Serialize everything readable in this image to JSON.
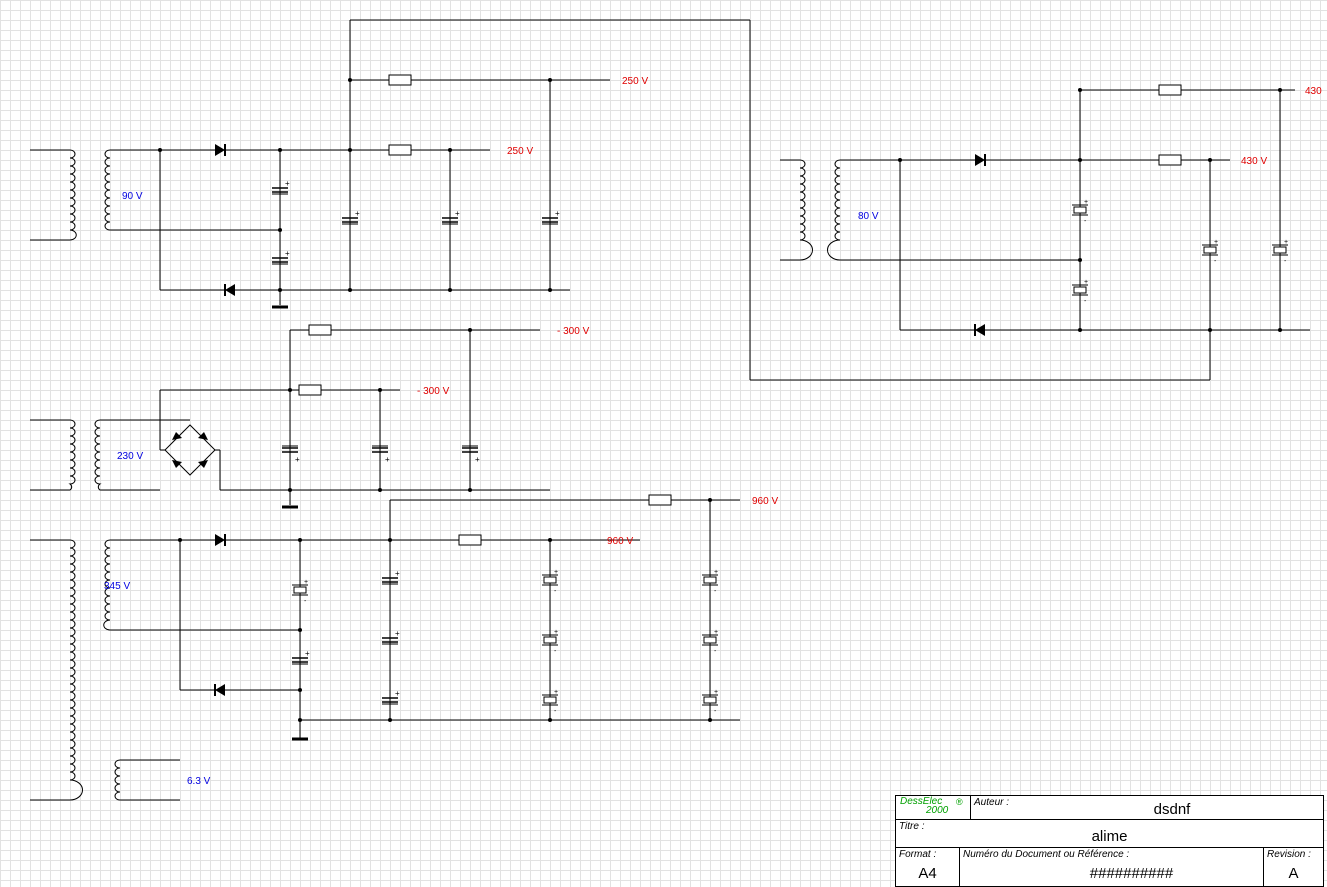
{
  "voltages": {
    "v250_top": "250 V",
    "v250_mid": "250 V",
    "v430_top": "430",
    "v430_mid": "430 V",
    "v300_top": "- 300 V",
    "v300_mid": "- 300 V",
    "v960_top": "960 V",
    "v960_mid": "960 V"
  },
  "secondaries": {
    "s90": "90 V",
    "s80": "80 V",
    "s230": "230 V",
    "s345": "345 V",
    "s6_3": "6.3 V"
  },
  "title_block": {
    "logo_brand": "DessElec",
    "logo_year": "2000",
    "logo_mark": "®",
    "auteur_label": "Auteur :",
    "auteur_value": "dsdnf",
    "titre_label": "Titre :",
    "titre_value": "alime",
    "format_label": "Format :",
    "format_value": "A4",
    "numero_label": "Numéro du Document ou Référence :",
    "numero_value": "##########",
    "revision_label": "Revision :",
    "revision_value": "A"
  },
  "colors": {
    "wire": "#000000",
    "voltage_label": "#e00000",
    "secondary_label": "#0000e0",
    "logo": "#00a000",
    "grid": "#e2e2e2"
  }
}
